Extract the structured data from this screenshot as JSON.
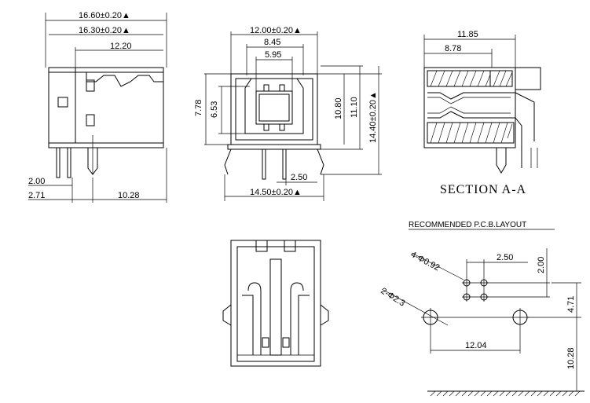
{
  "side_view": {
    "dims": {
      "overall_width": "16.60±0.20▲",
      "body_width": "16.30±0.20▲",
      "depth": "12.20",
      "pin_pitch": "2.00",
      "pin_offset": "2.71",
      "post_offset": "10.28"
    }
  },
  "front_view": {
    "dims": {
      "shell_width": "12.00±0.20▲",
      "opening_width": "8.45",
      "tongue_width": "5.95",
      "opening_height": "7.78",
      "tongue_height": "6.53",
      "body_height": "10.80",
      "shell_height": "11.10",
      "overall_height": "14.40±0.20▲",
      "pin_pitch": "2.50",
      "overall_width": "14.50±0.20▲"
    }
  },
  "section_view": {
    "title": "SECTION A-A",
    "dims": {
      "length_a": "11.85",
      "length_b": "8.78"
    }
  },
  "pcb_layout": {
    "title": "RECOMMENDED P.C.B.LAYOUT",
    "dims": {
      "signal_holes": "4-Φ0.92",
      "post_holes": "2-Φ2.3",
      "pin_pitch_x": "2.50",
      "pin_pitch_y": "2.00",
      "post_y": "4.71",
      "post_spacing": "12.04",
      "edge_distance": "10.28"
    }
  }
}
